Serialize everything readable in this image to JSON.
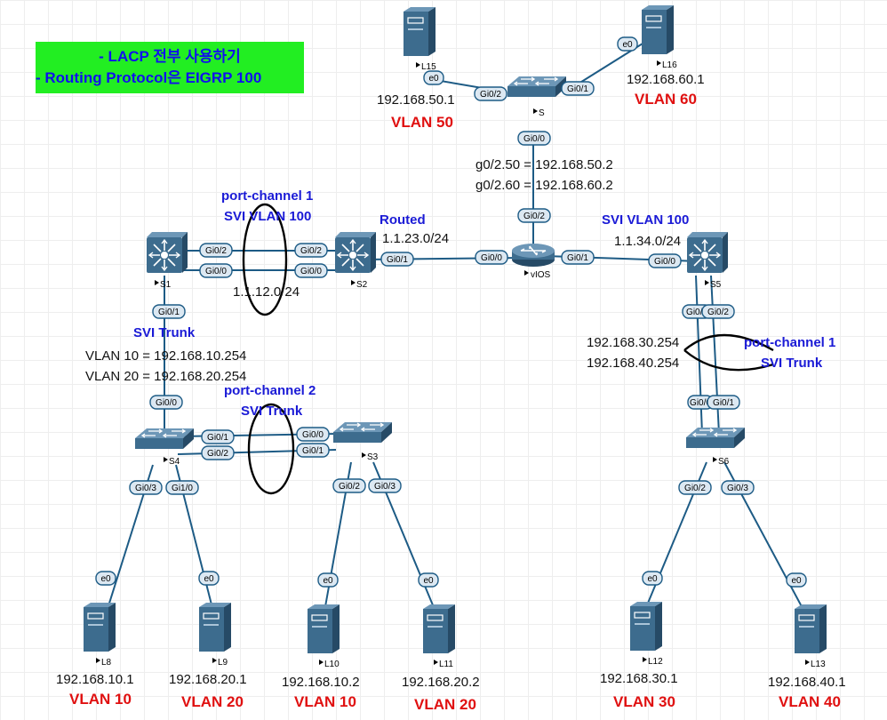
{
  "colors": {
    "link": "#1d5b85",
    "device_body": "#3d6c8e",
    "device_dark": "#264a66",
    "label_fill": "#dce8f2",
    "label_stroke": "#1d5b85",
    "vlan_red": "#e01010",
    "blue_text": "#1a1ad6",
    "note_bg": "#22ee22"
  },
  "note": {
    "line1": "- LACP 전부 사용하기",
    "line2": "- Routing Protocol은 EIGRP 100"
  },
  "devices": {
    "s1": "S1",
    "s2": "S2",
    "s5": "S5",
    "vios": "vIOS",
    "s": "S",
    "s3": "S3",
    "s4": "S4",
    "s6": "S6",
    "l8": "L8",
    "l9": "L9",
    "l10": "L10",
    "l11": "L11",
    "l12": "L12",
    "l13": "L13",
    "l15": "L15",
    "l16": "L16"
  },
  "ports": {
    "s1_gi02": "Gi0/2",
    "s1_gi00": "Gi0/0",
    "s1_gi01": "Gi0/1",
    "s2_gi02": "Gi0/2",
    "s2_gi00": "Gi0/0",
    "s2_gi01": "Gi0/1",
    "vios_gi00": "Gi0/0",
    "vios_gi01": "Gi0/1",
    "vios_gi02": "Gi0/2",
    "s5_gi00": "Gi0/0",
    "s5_gi01": "Gi0/1",
    "s5_gi02": "Gi0/2",
    "s_gi02": "Gi0/2",
    "s_gi01": "Gi0/1",
    "s_gi00": "Gi0/0",
    "s4_gi00": "Gi0/0",
    "s4_gi01": "Gi0/1",
    "s4_gi02": "Gi0/2",
    "s4_gi03": "Gi0/3",
    "s4_gi10": "Gi1/0",
    "s3_gi00": "Gi0/0",
    "s3_gi01": "Gi0/1",
    "s3_gi02": "Gi0/2",
    "s3_gi03": "Gi0/3",
    "s6_gi00": "Gi0/0",
    "s6_gi01": "Gi0/1",
    "s6_gi02": "Gi0/2",
    "s6_gi03": "Gi0/3",
    "l15_e0": "e0",
    "l16_e0": "e0",
    "l8_e0": "e0",
    "l9_e0": "e0",
    "l10_e0": "e0",
    "l11_e0": "e0",
    "l12_e0": "e0",
    "l13_e0": "e0"
  },
  "labels": {
    "pc1_title": "port-channel 1",
    "pc1_sub": "SVI VLAN 100",
    "net_s1s2": "1.1.12.0/24",
    "routed": "Routed",
    "net_s2vios": "1.1.23.0/24",
    "svi_vlan100": "SVI VLAN 100",
    "net_vioss5": "1.1.34.0/24",
    "sub50": "g0/2.50 = 192.168.50.2",
    "sub60": "g0/2.60 = 192.168.60.2",
    "ip_l15": "192.168.50.1",
    "vlan_l15": "VLAN 50",
    "ip_l16": "192.168.60.1",
    "vlan_l16": "VLAN 60",
    "svi_trunk_s1": "SVI Trunk",
    "vlan10_gw": "VLAN 10 = 192.168.10.254",
    "vlan20_gw": "VLAN 20 = 192.168.20.254",
    "pc2_title": "port-channel 2",
    "pc2_sub": "SVI Trunk",
    "gw30": "192.168.30.254",
    "gw40": "192.168.40.254",
    "pc1r_title": "port-channel 1",
    "pc1r_sub": "SVI Trunk",
    "ip_l8": "192.168.10.1",
    "vlan_l8": "VLAN 10",
    "ip_l9": "192.168.20.1",
    "vlan_l9": "VLAN 20",
    "ip_l10": "192.168.10.2",
    "vlan_l10": "VLAN 10",
    "ip_l11": "192.168.20.2",
    "vlan_l11": "VLAN 20",
    "ip_l12": "192.168.30.1",
    "vlan_l12": "VLAN 30",
    "ip_l13": "192.168.40.1",
    "vlan_l13": "VLAN 40"
  }
}
